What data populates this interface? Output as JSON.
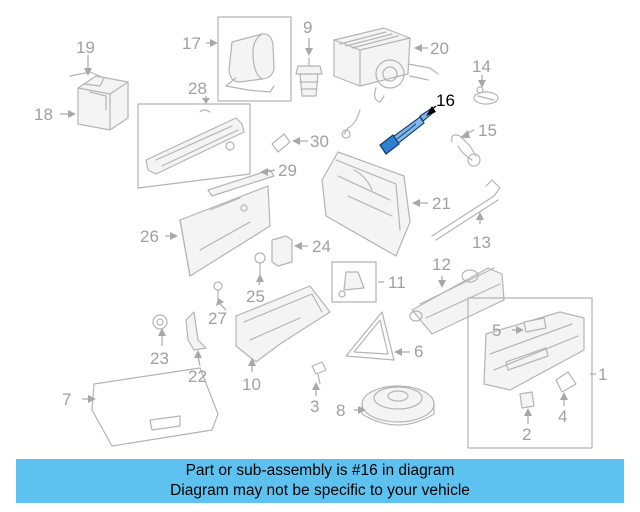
{
  "callouts": [
    {
      "id": "1",
      "text": "1"
    },
    {
      "id": "2",
      "text": "2"
    },
    {
      "id": "3",
      "text": "3"
    },
    {
      "id": "4",
      "text": "4"
    },
    {
      "id": "5",
      "text": "5"
    },
    {
      "id": "6",
      "text": "6"
    },
    {
      "id": "7",
      "text": "7"
    },
    {
      "id": "8",
      "text": "8"
    },
    {
      "id": "9",
      "text": "9"
    },
    {
      "id": "10",
      "text": "10"
    },
    {
      "id": "11",
      "text": "11"
    },
    {
      "id": "12",
      "text": "12"
    },
    {
      "id": "13",
      "text": "13"
    },
    {
      "id": "14",
      "text": "14"
    },
    {
      "id": "15",
      "text": "15"
    },
    {
      "id": "16",
      "text": "16"
    },
    {
      "id": "17",
      "text": "17"
    },
    {
      "id": "18",
      "text": "18"
    },
    {
      "id": "19",
      "text": "19"
    },
    {
      "id": "20",
      "text": "20"
    },
    {
      "id": "21",
      "text": "21"
    },
    {
      "id": "22",
      "text": "22"
    },
    {
      "id": "23",
      "text": "23"
    },
    {
      "id": "24",
      "text": "24"
    },
    {
      "id": "25",
      "text": "25"
    },
    {
      "id": "26",
      "text": "26"
    },
    {
      "id": "27",
      "text": "27"
    },
    {
      "id": "28",
      "text": "28"
    },
    {
      "id": "29",
      "text": "29"
    },
    {
      "id": "30",
      "text": "30"
    }
  ],
  "highlighted_part": "16",
  "colors": {
    "banner": "#5ec2f1",
    "highlight_part": "#2f7fd2",
    "callout": "#a0a0a0",
    "callout_highlight": "#000000"
  },
  "banner": {
    "line1": "Part or sub-assembly is #16 in diagram",
    "line2": "Diagram may not be specific to your vehicle"
  }
}
